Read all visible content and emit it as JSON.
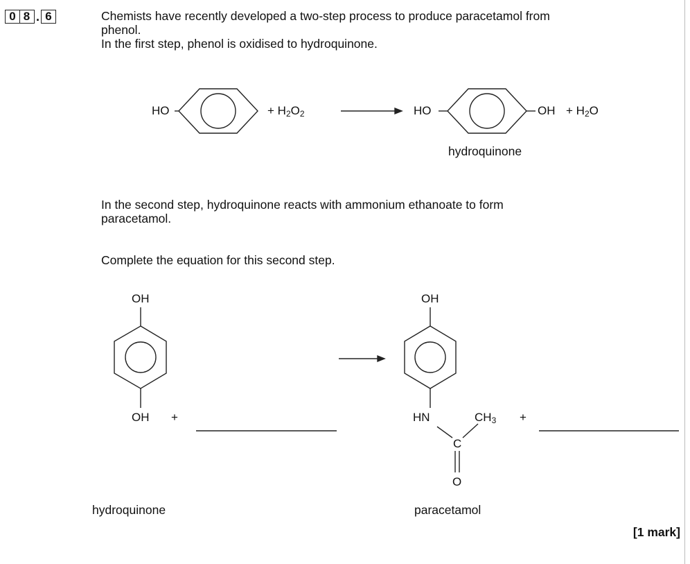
{
  "question": {
    "number_boxes": [
      "0",
      "8",
      "6"
    ],
    "separator": ".",
    "intro_line1": "Chemists have recently developed a two-step process to produce paracetamol from",
    "intro_line2": "phenol.",
    "step1_text": "In the first step, phenol is oxidised to hydroquinone.",
    "step2_line1": "In the second step, hydroquinone reacts with ammonium ethanoate to form",
    "step2_line2": "paracetamol.",
    "instruction": "Complete the equation for this second step.",
    "marks": "[1 mark]"
  },
  "equation1": {
    "phenol_ho": "HO",
    "plus_h2o2": "+ H",
    "h2o2_sub1": "2",
    "h2o2_o": "O",
    "h2o2_sub2": "2",
    "product_ho": "HO",
    "product_oh": "OH",
    "plus_h2o": "+ H",
    "h2o_sub": "2",
    "h2o_o": "O",
    "product_label": "hydroquinone"
  },
  "equation2": {
    "reactant_top_oh": "OH",
    "reactant_bottom_oh": "OH",
    "reactant_plus": "+",
    "reactant_label": "hydroquinone",
    "product_top_oh": "OH",
    "product_hn": "HN",
    "product_ch": "CH",
    "product_ch_sub": "3",
    "product_plus": "+",
    "product_c": "C",
    "product_o": "O",
    "product_label": "paracetamol"
  }
}
